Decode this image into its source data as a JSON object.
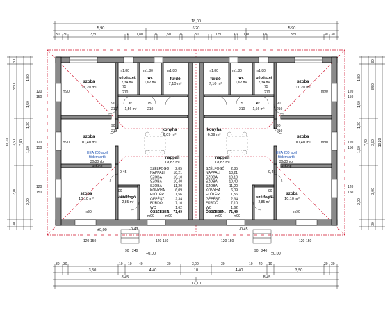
{
  "dimensions": {
    "top_total": "18,00",
    "top_parts": [
      "5,90",
      "6,20",
      "5,90"
    ],
    "top_detail": [
      "30",
      "30",
      "3,50",
      "10",
      "1,80",
      "10",
      "1,50",
      "10",
      "80",
      "1,50",
      "10",
      "1,80",
      "10",
      "3,50",
      "30",
      "30"
    ],
    "bottom_total": "17,10",
    "bottom_halves": [
      "8,45",
      "8,45"
    ],
    "bottom_parts": [
      "3,50",
      "4,40",
      "10",
      "4,40",
      "3,50"
    ],
    "bottom_detail": [
      "30",
      "30",
      "10",
      "10",
      "40",
      "30",
      "3,00",
      "30",
      "10",
      "40",
      "10",
      "30",
      "30"
    ],
    "side_total": "10,70",
    "side_inner": "10,20",
    "side_parts": [
      "3,50",
      "7,40",
      "3,50",
      "3,50",
      "3,00",
      "2,00"
    ],
    "side_detail": [
      "30",
      "30",
      "10",
      "10",
      "1,80",
      "1,50",
      "1,30",
      "1,50",
      "10",
      "10",
      "2,00",
      "30"
    ]
  },
  "rooms": {
    "szoba_top_left": {
      "name": "szoba",
      "area": "11,20 m²"
    },
    "gepeszet_left": {
      "name": "gépészet",
      "area": "2,34 m²"
    },
    "wc_left": {
      "name": "wc",
      "area": "1,62 m²"
    },
    "furdo_left": {
      "name": "fürdő",
      "area": "7,10 m²"
    },
    "et_left": {
      "name": "et.",
      "area": "1,56 m²"
    },
    "szoba_mid_left": {
      "name": "szoba",
      "area": "10,40 m²"
    },
    "konyha_left": {
      "name": "konyha",
      "area": "6,09 m²"
    },
    "nappali_left": {
      "name": "nappali",
      "area": "18,83 m²"
    },
    "szoba_bot_left": {
      "name": "szoba",
      "area": "10,10 m²"
    },
    "szelfogo_left": {
      "name": "szélfogó",
      "area": "2,85 m²"
    },
    "szoba_top_right": {
      "name": "szoba",
      "area": "11,20 m²"
    },
    "gepeszet_right": {
      "name": "gépészet",
      "area": "2,34 m²"
    },
    "wc_right": {
      "name": "wc",
      "area": "1,62 m²"
    },
    "furdo_right": {
      "name": "fürdő",
      "area": "7,10 m²"
    },
    "et_right": {
      "name": "et.",
      "area": "1,56 m²"
    },
    "szoba_mid_right": {
      "name": "szoba",
      "area": "10,40 m²"
    },
    "konyha_right": {
      "name": "konyha",
      "area": "6,09 m²"
    },
    "nappali_right": {
      "name": "nappali",
      "area": "18,83 m²"
    },
    "szoba_bot_right": {
      "name": "szoba",
      "area": "10,10 m²"
    },
    "szelfogo_right": {
      "name": "szélfogó",
      "area": "2,85 m²"
    }
  },
  "area_table": {
    "rows": [
      [
        "SZÉLFOGÓ",
        "2,85"
      ],
      [
        "NAPPALI",
        "18,21"
      ],
      [
        "SZOBA",
        "10,10"
      ],
      [
        "SZOBA",
        "10,40"
      ],
      [
        "SZOBA",
        "11,20"
      ],
      [
        "KONYHA",
        "6,09"
      ],
      [
        "ELŐTÉR",
        "1,56"
      ],
      [
        "GÉPÉSZ.",
        "2,34"
      ],
      [
        "FÜRDŐ",
        "7,10"
      ],
      [
        "WC",
        "1,62"
      ]
    ],
    "total_label": "ÖSSZESEN:",
    "total_value": "71,49"
  },
  "notes": {
    "hea_left": "HEA 200 acél",
    "hea_left_sub": "födémtartó",
    "hea_right": "HEA 200 acél",
    "hea_right_sub": "födémtartó",
    "beam_left": "30/30 vb.",
    "beam_left_sub": "ustúnp",
    "beam_right": "30/30 vb.",
    "beam_right_sub": "ustúnp"
  },
  "levels": {
    "minus045": "-0,45",
    "minus043": "-0,43",
    "zero": "±0,00",
    "plus000": "+0,00"
  },
  "openings": {
    "m180": "m1,80",
    "m90": "m90",
    "d120": "120",
    "d150": "150",
    "d90": "90",
    "d210": "210",
    "d75": "75",
    "d240": "240"
  }
}
